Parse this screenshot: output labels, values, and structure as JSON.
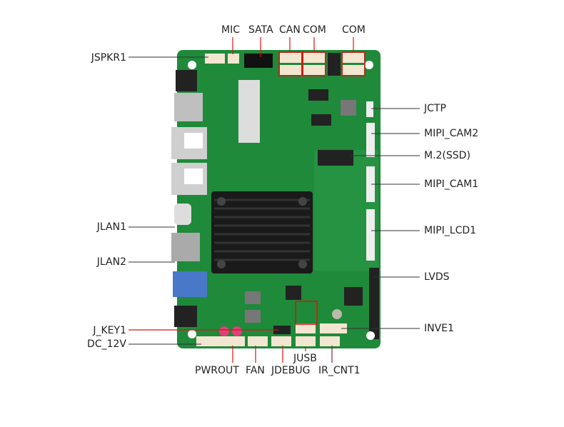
{
  "labels": {
    "top": [
      "MIC",
      "SATA",
      "CAN",
      "COM",
      "COM"
    ],
    "left": [
      "JSPKR1",
      "JLAN1",
      "JLAN2",
      "J_KEY1",
      "DC_12V"
    ],
    "right": [
      "JCTP",
      "MIPI_CAM2",
      "M.2(SSD)",
      "MIPI_CAM1",
      "MIPI_LCD1",
      "LVDS",
      "INVE1"
    ],
    "bottom": [
      "PWROUT",
      "FAN",
      "JDEBUG",
      "JUSB",
      "IR_CNT1"
    ]
  },
  "colors": {
    "pcb": "#1f8a3a",
    "heatsink": "#1a1a1a",
    "highlight": "#e01010",
    "leader": "#333333"
  }
}
